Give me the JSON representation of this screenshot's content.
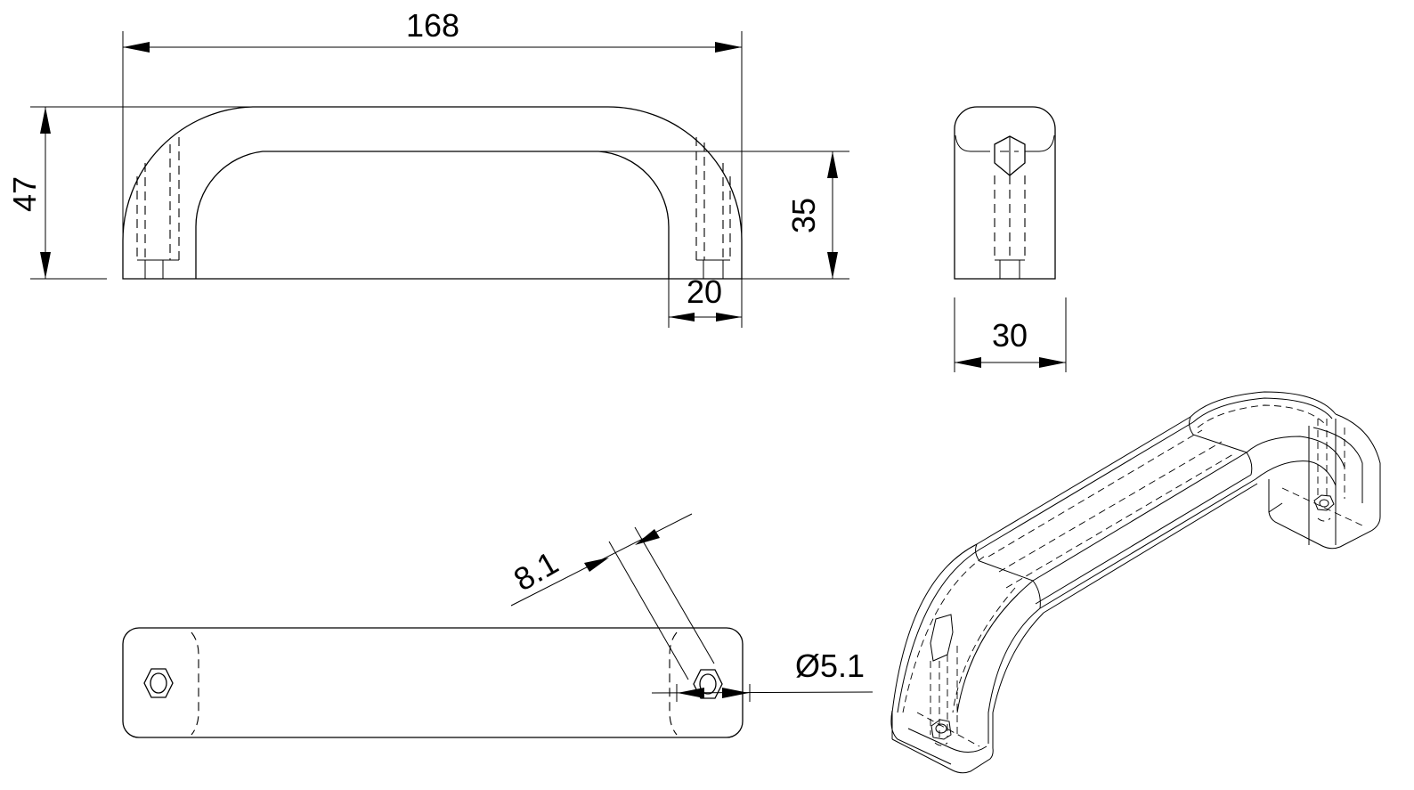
{
  "drawing": {
    "subject": "U-shaped pull handle technical drawing",
    "views": [
      "front-view",
      "side-view",
      "top-view",
      "isometric-view"
    ],
    "line_color": "#000000",
    "background": "#ffffff"
  },
  "dimensions": {
    "overall_length": "168",
    "overall_height": "47",
    "inner_height": "35",
    "foot_width": "20",
    "depth": "30",
    "hex_size": "8.1",
    "hole_diameter": "Ø5.1"
  }
}
